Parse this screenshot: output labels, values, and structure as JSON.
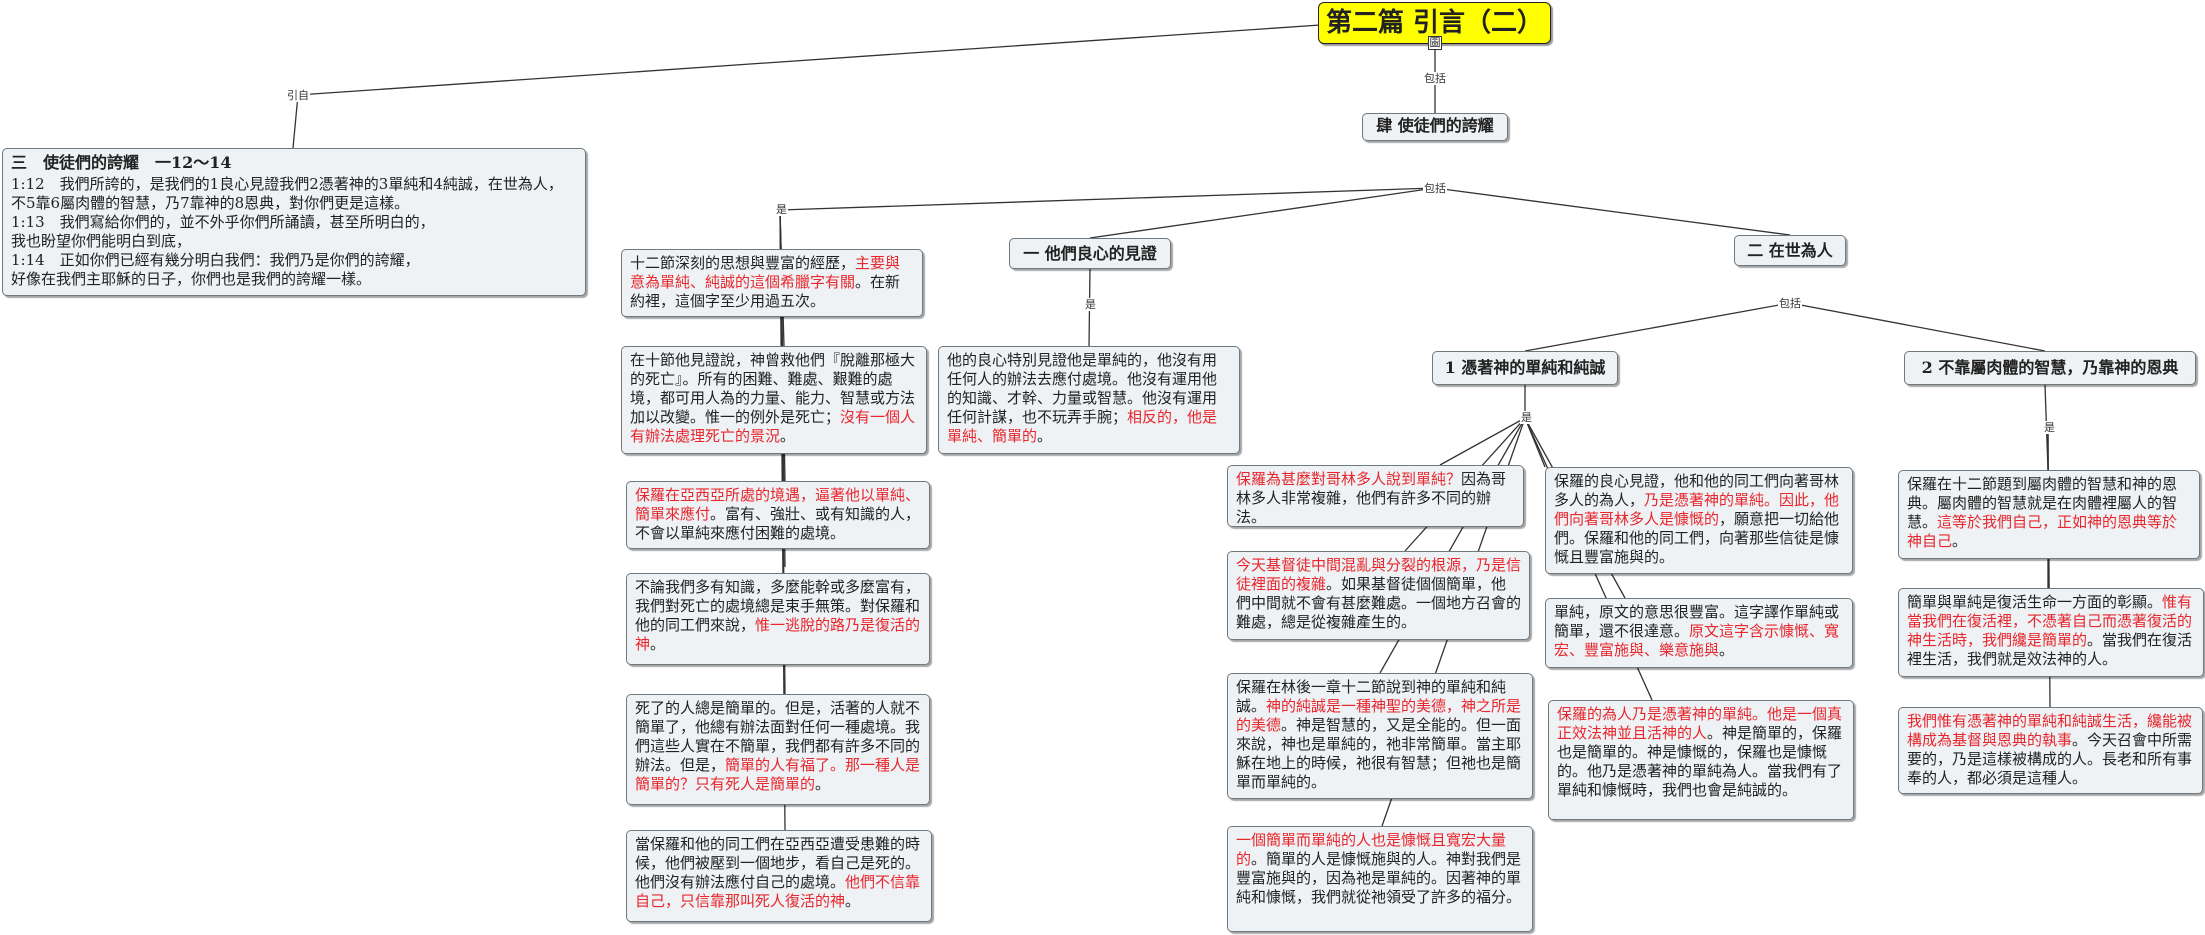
{
  "root": {
    "title": "第二篇  引言（二）",
    "note_icon": "圖"
  },
  "labels": {
    "yinzi": "引自",
    "baokuo": "包括",
    "shi": "是"
  },
  "topic": {
    "title": "肆  使徒們的誇耀"
  },
  "scripture": {
    "title": "三　使徒們的誇耀　一12～14",
    "lines": [
      "1:12　我們所誇的，是我們的1良心見證我們2憑著神的3單純和4純誠，在世為人，",
      "不5靠6屬肉體的智慧，乃7靠神的8恩典，對你們更是這樣。",
      "1:13　我們寫給你們的，並不外乎你們所誦讀，甚至所明白的，",
      "我也盼望你們能明白到底，",
      "1:14　正如你們已經有幾分明白我們：我們乃是你們的誇耀，",
      "好像在我們主耶穌的日子，你們也是我們的誇耀一樣。"
    ]
  },
  "left_notes": [
    {
      "pre": "十二節深刻的思想與豐富的經歷，",
      "red": "主要與意為單純、純誠的這個希臘字有關",
      "post": "。在新約裡，這個字至少用過五次。"
    },
    {
      "pre": "在十節他見證說，神曾救他們『脫離那極大的死亡』。所有的困難、難處、艱難的處境，都可用人為的力量、能力、智慧或方法加以改變。惟一的例外是死亡；",
      "red": "沒有一個人有辦法處理死亡的景況",
      "post": "。"
    },
    {
      "pre": "",
      "red": "保羅在亞西亞所處的境遇，逼著他以單純、簡單來應付",
      "post": "。富有、強壯、或有知識的人，不會以單純來應付困難的處境。"
    },
    {
      "pre": "不論我們多有知識，多麼能幹或多麼富有，我們對死亡的處境總是束手無策。對保羅和他的同工們來說，",
      "red": "惟一逃脫的路乃是復活的神",
      "post": "。"
    },
    {
      "pre": "死了的人總是簡單的。但是，活著的人就不簡單了，他總有辦法面對任何一種處境。我們這些人實在不簡單，我們都有許多不同的辦法。但是，",
      "red": "簡單的人有福了。那一種人是簡單的？只有死人是簡單的",
      "post": "。"
    },
    {
      "pre": "當保羅和他的同工們在亞西亞遭受患難的時候，他們被壓到一個地步，看自己是死的。他們沒有辦法應付自己的處境。",
      "red": "他們不信靠自己，只信靠那叫死人復活的神",
      "post": "。"
    }
  ],
  "section1": {
    "title": "一  他們良心的見證",
    "note": {
      "pre": "他的良心特別見證他是單純的，他沒有用任何人的辦法去應付處境。他沒有運用他的知識、才幹、力量或智慧。他沒有運用任何計謀，也不玩弄手腕；",
      "red": "相反的，他是單純、簡單的",
      "post": "。"
    }
  },
  "section2": {
    "title": "二  在世為人"
  },
  "sub1": {
    "title": "1  憑著神的單純和純誠",
    "left": [
      {
        "pre": "",
        "red": "保羅為甚麼對哥林多人說到單純？",
        "post": "因為哥林多人非常複雜，他們有許多不同的辦法。"
      },
      {
        "pre": "",
        "red": "今天基督徒中間混亂與分裂的根源，乃是信徒裡面的複雜",
        "post": "。如果基督徒個個簡單，他們中間就不會有甚麼難處。一個地方召會的難處，總是從複雜產生的。"
      },
      {
        "pre": "保羅在林後一章十二節說到神的單純和純誠。",
        "red": "神的純誠是一種神聖的美德，神之所是的美德",
        "post": "。神是智慧的，又是全能的。但一面來說，神也是單純的，祂非常簡單。當主耶穌在地上的時候，祂很有智慧；但祂也是簡單而單純的。"
      },
      {
        "pre": "",
        "red": "一個簡單而單純的人也是慷慨且寬宏大量的",
        "post": "。簡單的人是慷慨施與的人。神對我們是豐富施與的，因為祂是單純的。因著神的單純和慷慨，我們就從祂領受了許多的福分。"
      }
    ],
    "right": [
      {
        "pre": "保羅的良心見證，他和他的同工們向著哥林多人的為人，",
        "red": "乃是憑著神的單純。因此，他們向著哥林多人是慷慨的",
        "post": "，願意把一切給他們。保羅和他的同工們，向著那些信徒是慷慨且豐富施與的。"
      },
      {
        "pre": "單純，原文的意思很豐富。這字譯作單純或簡單，還不很達意。",
        "red": "原文這字含示慷慨、寬宏、豐富施與、樂意施與",
        "post": "。"
      },
      {
        "pre": "",
        "red": "保羅的為人乃是憑著神的單純。他是一個真正效法神並且活神的人",
        "post": "。神是簡單的，保羅也是簡單的。神是慷慨的，保羅也是慷慨的。他乃是憑著神的單純為人。當我們有了單純和慷慨時，我們也會是純誠的。"
      }
    ]
  },
  "sub2": {
    "title": "2  不靠屬肉體的智慧，乃靠神的恩典",
    "notes": [
      {
        "pre": "保羅在十二節題到屬肉體的智慧和神的恩典。屬肉體的智慧就是在肉體裡屬人的智慧。",
        "red": "這等於我們自己，正如神的恩典等於神自己",
        "post": "。"
      },
      {
        "pre": "簡單與單純是復活生命一方面的彰顯。",
        "red": "惟有當我們在復活裡，不憑著自己而憑著復活的神生活時，我們纔是簡單的",
        "post": "。當我們在復活裡生活，我們就是效法神的人。"
      },
      {
        "pre": "",
        "red": "我們惟有憑著神的單純和純誠生活，纔能被構成為基督與恩典的執事",
        "post": "。今天召會中所需要的，乃是這樣被構成的人。長老和所有事奉的人，都必須是這種人。"
      }
    ]
  }
}
